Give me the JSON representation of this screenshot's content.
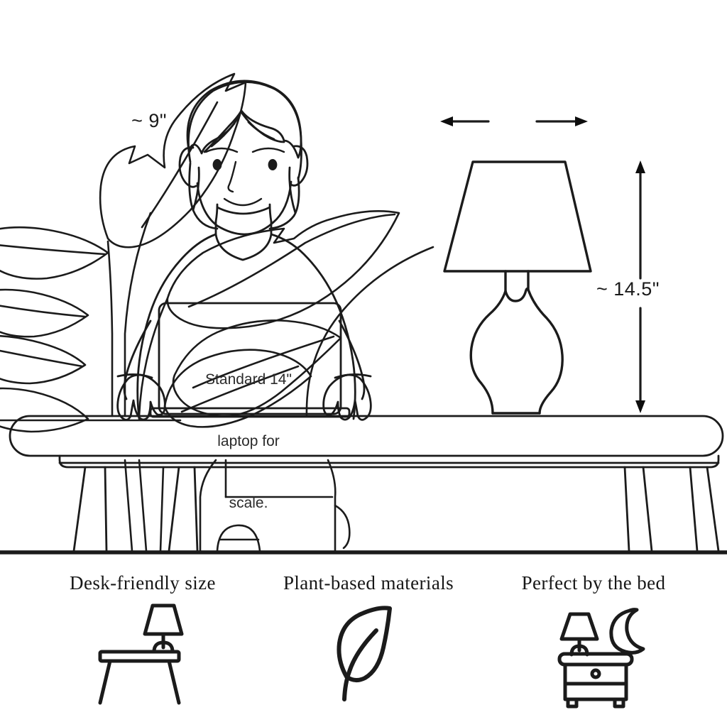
{
  "illustration": {
    "title": "Table lamp scale illustration",
    "style": "black line art on white background",
    "line_color": "#1b1b1b",
    "background_color": "#ffffff",
    "scene_elements": [
      "potted-plant",
      "person-at-laptop",
      "desk",
      "table-lamp",
      "chair"
    ]
  },
  "dimensions": {
    "width_label": "~ 9\"",
    "height_label": "~ 14.5\"",
    "width_arrow": "double-headed-horizontal-arrow",
    "height_arrow": "double-headed-vertical-arrow"
  },
  "laptop": {
    "screen_text_line1": "Standard 14\"",
    "screen_text_line2": "laptop for",
    "screen_text_line3": "scale."
  },
  "features": [
    {
      "caption": "Desk-friendly size",
      "icon": "desk-with-lamp-icon"
    },
    {
      "caption": "Plant-based materials",
      "icon": "leaf-icon"
    },
    {
      "caption": "Perfect by the bed",
      "icon": "nightstand-lamp-moon-icon"
    }
  ]
}
